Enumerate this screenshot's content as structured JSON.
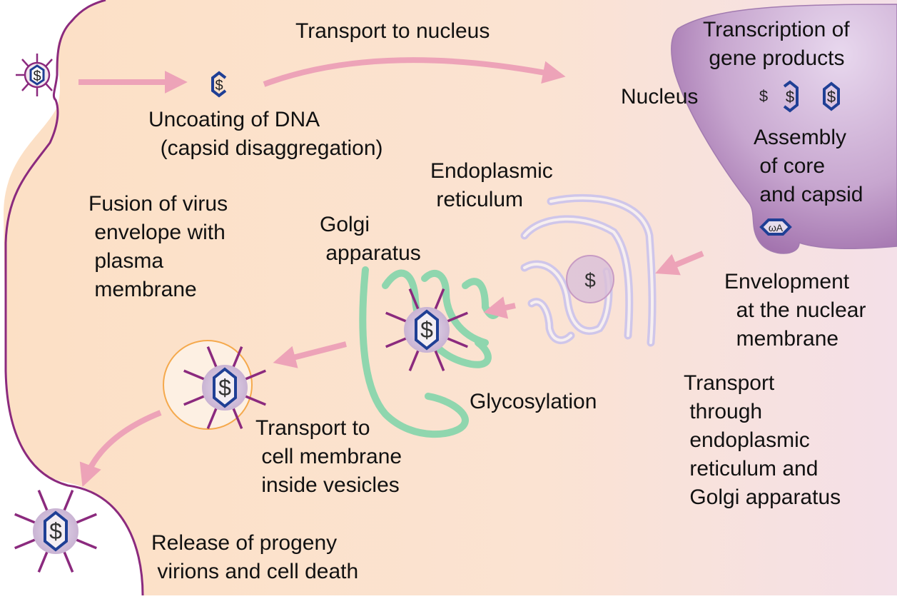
{
  "title": "Viral replication cycle (enveloped DNA virus)",
  "colors": {
    "cytoplasm": "#fce0c6",
    "cytoplasm_right": "#f6e1e6",
    "membrane": "#8b2a7e",
    "nucleus": "#b68cc0",
    "er": "#d9d3ee",
    "golgi": "#8fd6ae",
    "arrow": "#eda3b8",
    "capsid": "#1f3f95",
    "spike": "#8b2a7e",
    "vesicle": "#f5a94c"
  },
  "labels": {
    "transport_nucleus": "Transport to nucleus",
    "uncoating": "Uncoating of DNA\n  (capsid disaggregation)",
    "fusion": "Fusion of virus\n envelope with\n plasma\n membrane",
    "nucleus": "Nucleus",
    "transcription": "Transcription of\n gene products",
    "assembly": "Assembly\n of core\n and capsid",
    "er": "Endoplasmic\n reticulum",
    "golgi": "Golgi\n apparatus",
    "envelopment": "Envelopment\n  at the nuclear\n  membrane",
    "glycosylation": "Glycosylation",
    "transport_er_golgi": "Transport\n through\n endoplasmic\n reticulum and\n Golgi apparatus",
    "transport_vesicles": "Transport to\n cell membrane\n inside vesicles",
    "release": "Release of progeny\n virions and cell death"
  }
}
